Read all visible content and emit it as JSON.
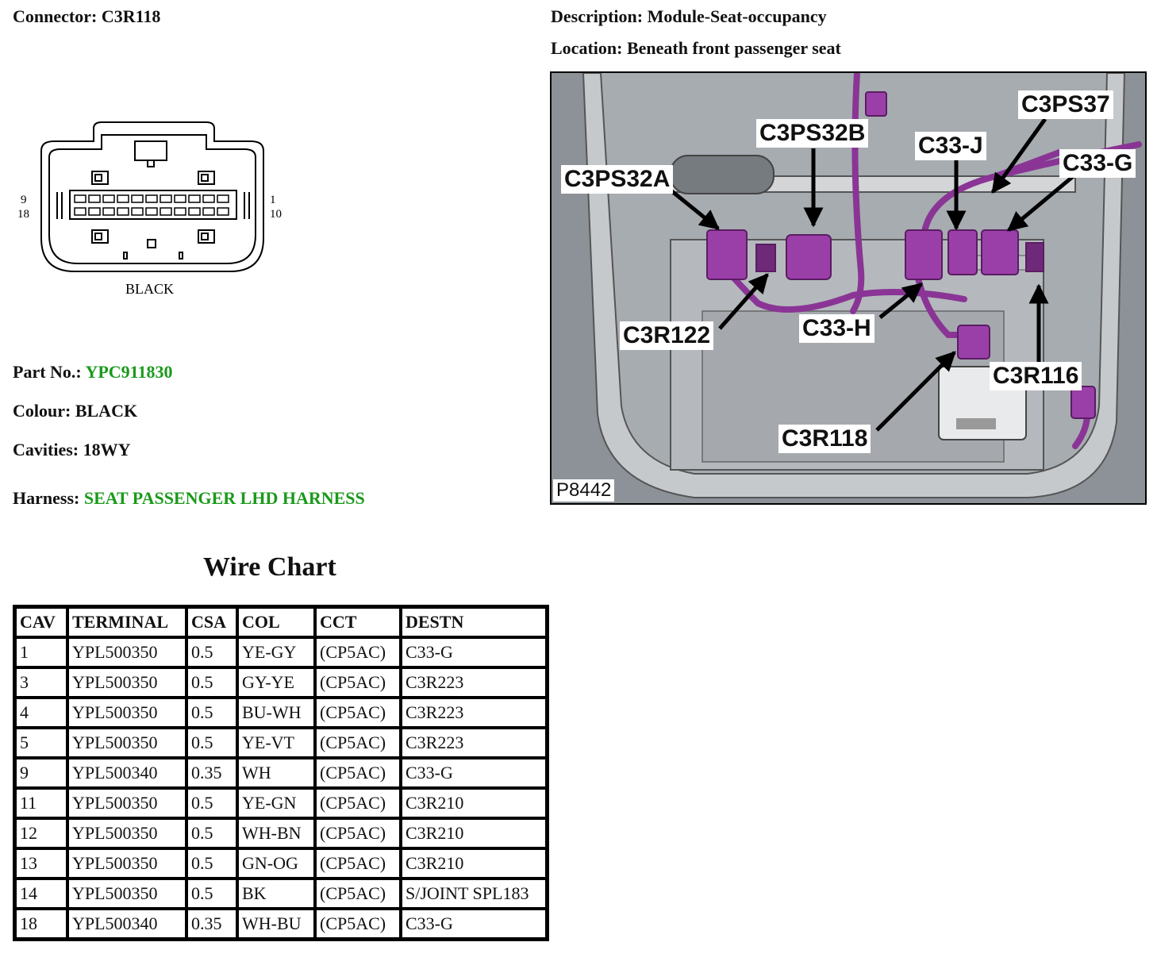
{
  "header": {
    "connector_label": "Connector:",
    "connector_value": "C3R118",
    "description_label": "Description:",
    "description_value": "Module-Seat-occupancy",
    "location_label": "Location:",
    "location_value": "Beneath front passenger seat"
  },
  "connector_diagram": {
    "pin_9": "9",
    "pin_18": "18",
    "pin_1": "1",
    "pin_10": "10",
    "colour_text": "BLACK"
  },
  "details": {
    "part_no_label": "Part No.:",
    "part_no_value": "YPC911830",
    "colour_label": "Colour:",
    "colour_value": "BLACK",
    "cavities_label": "Cavities:",
    "cavities_value": "18WY",
    "harness_label": "Harness:",
    "harness_value": "SEAT PASSENGER LHD HARNESS"
  },
  "wire_chart": {
    "title": "Wire Chart",
    "headers": [
      "CAV",
      "TERMINAL",
      "CSA",
      "COL",
      "CCT",
      "DESTN"
    ],
    "rows": [
      [
        "1",
        "YPL500350",
        "0.5",
        "YE-GY",
        "(CP5AC)",
        "C33-G"
      ],
      [
        "3",
        "YPL500350",
        "0.5",
        "GY-YE",
        "(CP5AC)",
        "C3R223"
      ],
      [
        "4",
        "YPL500350",
        "0.5",
        "BU-WH",
        "(CP5AC)",
        "C3R223"
      ],
      [
        "5",
        "YPL500350",
        "0.5",
        "YE-VT",
        "(CP5AC)",
        "C3R223"
      ],
      [
        "9",
        "YPL500340",
        "0.35",
        "WH",
        "(CP5AC)",
        "C33-G"
      ],
      [
        "11",
        "YPL500350",
        "0.5",
        "YE-GN",
        "(CP5AC)",
        "C3R210"
      ],
      [
        "12",
        "YPL500350",
        "0.5",
        "WH-BN",
        "(CP5AC)",
        "C3R210"
      ],
      [
        "13",
        "YPL500350",
        "0.5",
        "GN-OG",
        "(CP5AC)",
        "C3R210"
      ],
      [
        "14",
        "YPL500350",
        "0.5",
        "BK",
        "(CP5AC)",
        "S/JOINT SPL183"
      ],
      [
        "18",
        "YPL500340",
        "0.35",
        "WH-BU",
        "(CP5AC)",
        "C33-G"
      ]
    ]
  },
  "location_image": {
    "image_code": "P8442",
    "callouts": {
      "c3ps32a": "C3PS32A",
      "c3ps32b": "C3PS32B",
      "c33j": "C33-J",
      "c3ps37": "C3PS37",
      "c33g": "C33-G",
      "c3r122": "C3R122",
      "c33h": "C33-H",
      "c3r116": "C3R116",
      "c3r118": "C3R118"
    }
  },
  "colors": {
    "link_green": "#1a9a1a",
    "connector_purple": "#9b3fa8"
  }
}
